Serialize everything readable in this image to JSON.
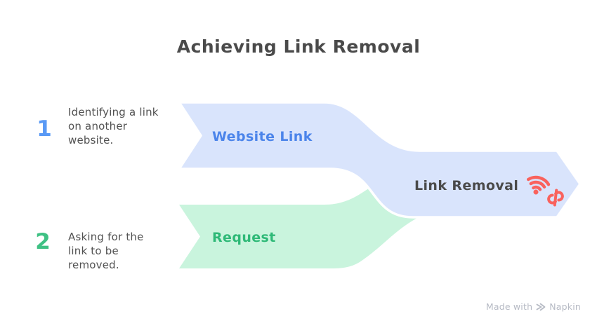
{
  "title": "Achieving Link Removal",
  "steps": [
    {
      "number": "1",
      "text": "Identifying a link on another website."
    },
    {
      "number": "2",
      "text": "Asking for the link to be removed."
    }
  ],
  "bands": {
    "website_link": "Website Link",
    "request": "Request",
    "link_removal": "Link Removal"
  },
  "icons": {
    "result_icon": "wifi-link-removal-icon",
    "brand_icon": "napkin-logo-icon"
  },
  "footer": {
    "made_with": "Made with",
    "brand": "Napkin"
  },
  "colors": {
    "background": "#ffffff",
    "blue_band": "#d9e4fc",
    "green_band": "#c9f4dd",
    "band_outline": "#ffffff",
    "blue_label": "#4b84ea",
    "blue_number": "#5999f5",
    "green_label": "#2eb977",
    "green_number": "#3fc184",
    "dark_text": "#4a4a4a",
    "step_text": "#525252",
    "icon_red": "#f9625d",
    "footer_text": "#b6bac4"
  }
}
